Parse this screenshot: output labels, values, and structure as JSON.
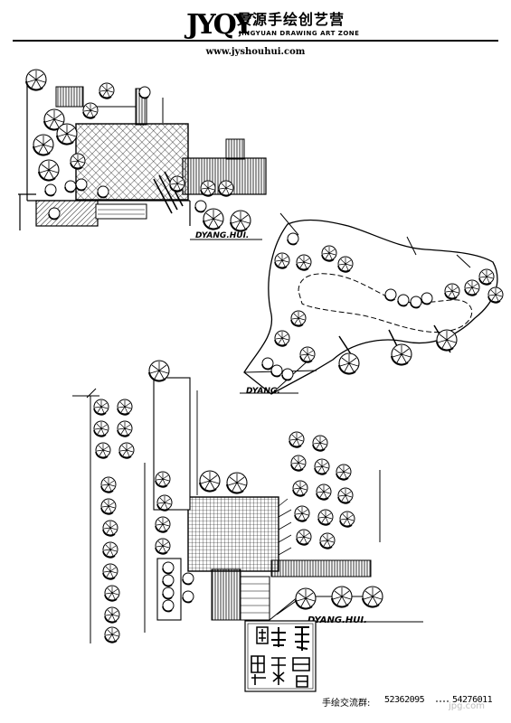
{
  "header": {
    "logo_mark": "JYQY",
    "logo_chinese": "景源手绘创艺营",
    "logo_english": "JINGYUAN DRAWING ART ZONE",
    "website": "www.jyshouhui.com"
  },
  "signatures": {
    "plan1": "DYANG.HUI.",
    "plan2": "DYANG.",
    "plan3": "DYANG.HUI."
  },
  "seal": {
    "text": "景源手绘创艺营"
  },
  "footer": {
    "qq_group_label": "手绘交流群:",
    "number_1": "52362095",
    "number_2": "54276011"
  },
  "watermark": {
    "text": "jpg.com"
  }
}
